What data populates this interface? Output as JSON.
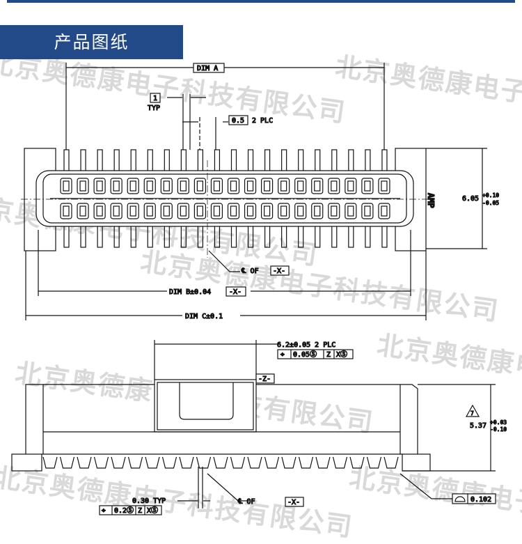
{
  "header": {
    "title": "产品图纸"
  },
  "watermark": "北京奥德康电子科技有限公司",
  "top_view": {
    "dim_a": "DIM A",
    "pin_width": "1",
    "pin_width_suffix": "TYP",
    "pitch": "0.5",
    "pitch_suffix": "2 PLC",
    "height_value": "6.05",
    "height_tol_plus": "+0.10",
    "height_tol_minus": "-0.05",
    "centerline_label": "℄ OF",
    "datum_x": "-X-",
    "dim_b": "DIM B±0.04",
    "dim_c": "DIM C±0.1",
    "logo": "AMP"
  },
  "side_view": {
    "post_spacing": "6.2±0.05 2 PLC",
    "fcf1": [
      "⌖",
      "0.05Ⓢ",
      "Z",
      "XⓈ"
    ],
    "datum_z": "-Z-",
    "note_flag": "7",
    "height_value": "5.37",
    "height_tol_plus": "+0.03",
    "height_tol_minus": "-0.10",
    "lead_width": "0.30 TYP",
    "fcf2": [
      "⌖",
      "0.2Ⓢ",
      "Z",
      "XⓈ"
    ],
    "centerline_label": "℄ OF",
    "datum_x": "-X-",
    "profile_value": "0.102"
  }
}
